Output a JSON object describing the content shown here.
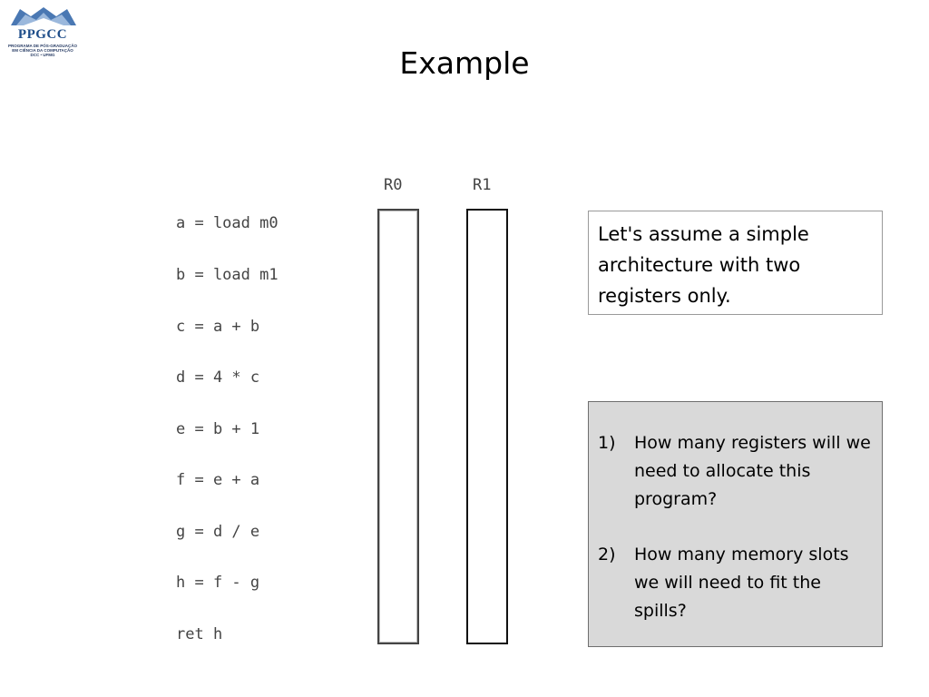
{
  "logo": {
    "name": "PPGCC",
    "subtitle_lines": [
      "PROGRAMA DE PÓS-GRADUAÇÃO",
      "EM CIÊNCIA DA COMPUTAÇÃO",
      "DCC • UFMG"
    ],
    "color": "#1f4e8a"
  },
  "slide": {
    "title": "Example"
  },
  "code": {
    "lines": [
      "a = load m0",
      "b = load m1",
      "c = a + b",
      "d = 4 * c",
      "e = b + 1",
      "f = e + a",
      "g = d / e",
      "h = f - g",
      "ret h"
    ]
  },
  "registers": {
    "labels": [
      "R0",
      "R1"
    ]
  },
  "note": {
    "text": "Let's assume a simple architecture with two registers only."
  },
  "questions": {
    "items": [
      {
        "number": "1)",
        "text": "How many registers will we need to allocate this program?"
      },
      {
        "number": "2)",
        "text": "How many memory slots we will need to fit the spills?"
      }
    ],
    "background": "#d9d9d9"
  }
}
